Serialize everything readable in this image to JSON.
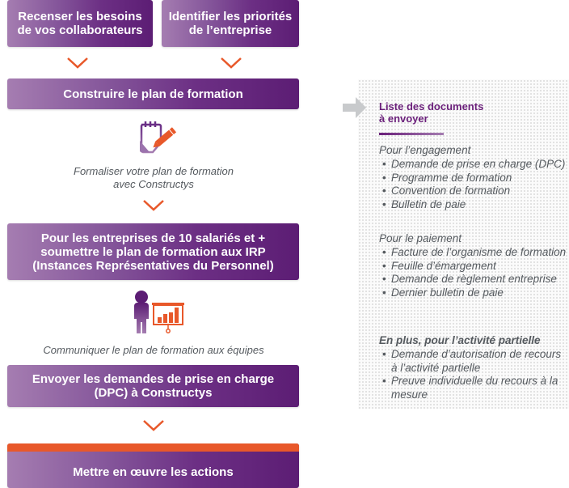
{
  "colors": {
    "purple_dark": "#5c1d74",
    "purple_light": "#a57db1",
    "orange": "#e8582a",
    "caption_gray": "#555a5f",
    "panel_title": "#6a1f7a",
    "arrow_gray": "#c8cacc"
  },
  "flow": {
    "step1a": "Recenser les besoins\nde vos collaborateurs",
    "step1b": "Identifier les priorités\nde l’entreprise",
    "step2": "Construire le plan de formation",
    "caption2": "Formaliser votre plan de formation\navec Constructys",
    "step3": "Pour les entreprises de 10 salariés et +\nsoumettre le plan de formation aux IRP\n(Instances Représentatives du Personnel)",
    "caption3": "Communiquer le plan de formation aux équipes",
    "step4": "Envoyer les demandes de prise en charge\n(DPC) à Constructys",
    "step5": "Mettre en œuvre les actions",
    "icons": {
      "plan": "notepad-pencil-icon",
      "communicate": "presenter-chart-icon",
      "chevron": "chevron-down-icon",
      "panel_arrow": "arrow-right-icon"
    }
  },
  "panel": {
    "title": "Liste des documents\nà envoyer",
    "bullet": "•",
    "sections": [
      {
        "heading": "Pour l’engagement",
        "items": [
          "Demande de prise en charge (DPC)",
          "Programme de formation",
          "Convention de formation",
          "Bulletin de paie"
        ]
      },
      {
        "heading": "Pour le paiement",
        "items": [
          "Facture de l’organisme de formation",
          "Feuille d’émargement",
          "Demande de règlement entreprise",
          "Dernier bulletin de paie"
        ]
      },
      {
        "heading": "En plus, pour l’activité partielle",
        "items": [
          "Demande d’autorisation de recours à l’activité partielle",
          "Preuve individuelle du recours à la mesure"
        ]
      }
    ]
  }
}
